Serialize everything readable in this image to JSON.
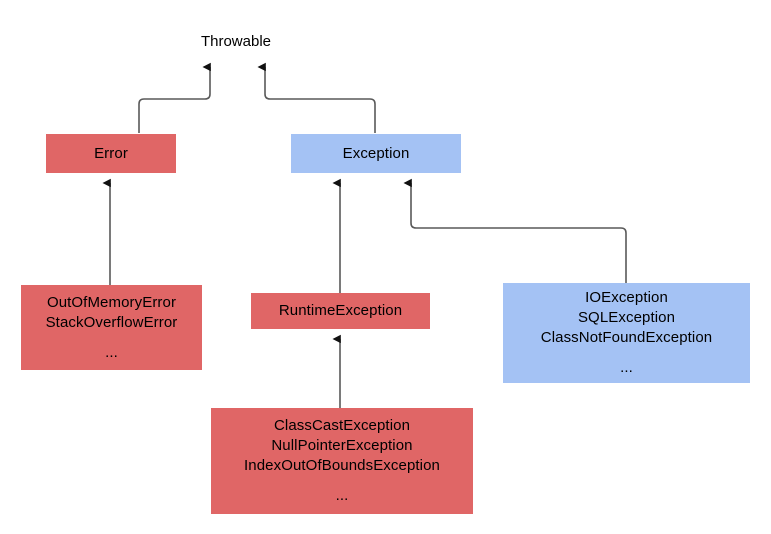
{
  "diagram": {
    "title_node": {
      "label": "Throwable"
    },
    "colors": {
      "error_red": "#e06666",
      "exception_blue": "#a4c2f4",
      "edge_gray": "#595959",
      "text": "#000000",
      "background": "#ffffff"
    },
    "nodes": [
      {
        "id": "error",
        "label": "Error",
        "lines": [
          "Error"
        ],
        "color": "red"
      },
      {
        "id": "exception",
        "label": "Exception",
        "lines": [
          "Exception"
        ],
        "color": "blue"
      },
      {
        "id": "error-subclasses",
        "label": "OutOfMemoryError StackOverflowError ...",
        "lines": [
          "OutOfMemoryError",
          "StackOverflowError",
          "..."
        ],
        "color": "red"
      },
      {
        "id": "runtime-exception",
        "label": "RuntimeException",
        "lines": [
          "RuntimeException"
        ],
        "color": "red"
      },
      {
        "id": "checked-exceptions",
        "label": "IOException SQLException ClassNotFoundException ...",
        "lines": [
          "IOException",
          "SQLException",
          "ClassNotFoundException",
          "..."
        ],
        "color": "blue"
      },
      {
        "id": "runtime-subclasses",
        "label": "ClassCastException NullPointerException IndexOutOfBoundsException ...",
        "lines": [
          "ClassCastException",
          "NullPointerException",
          "IndexOutOfBoundsException",
          "..."
        ],
        "color": "red"
      }
    ],
    "edges": [
      {
        "from": "error",
        "to": "throwable"
      },
      {
        "from": "exception",
        "to": "throwable"
      },
      {
        "from": "error-subclasses",
        "to": "error"
      },
      {
        "from": "runtime-exception",
        "to": "exception"
      },
      {
        "from": "checked-exceptions",
        "to": "exception"
      },
      {
        "from": "runtime-subclasses",
        "to": "runtime-exception"
      }
    ]
  }
}
